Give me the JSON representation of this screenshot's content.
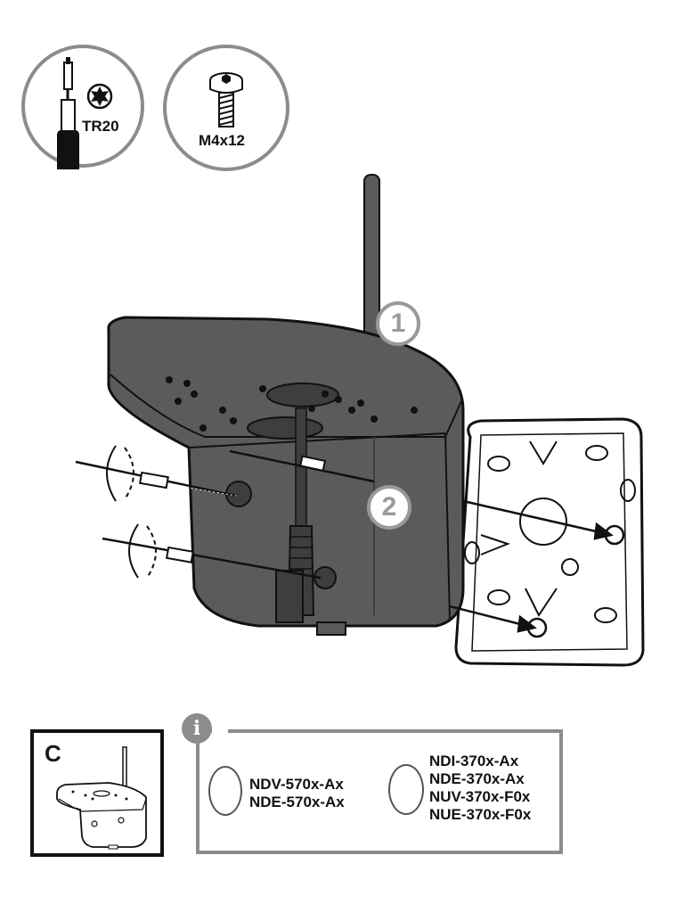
{
  "tools": {
    "driver_label": "TR20",
    "screw_label": "M4x12"
  },
  "callouts": {
    "one": "1",
    "two": "2"
  },
  "panel_c": {
    "letter": "C"
  },
  "info": {
    "icon_glyph": "i",
    "group_a": [
      "NDV-570x-Ax",
      "NDE-570x-Ax"
    ],
    "group_b": [
      "NDI-370x-Ax",
      "NDE-370x-Ax",
      "NUV-370x-F0x",
      "NUE-370x-F0x"
    ]
  },
  "colors": {
    "housing": "#5b5b5d",
    "housing_dark": "#3e3e40",
    "outline": "#111111",
    "callout_gray": "#9a9a9a"
  }
}
